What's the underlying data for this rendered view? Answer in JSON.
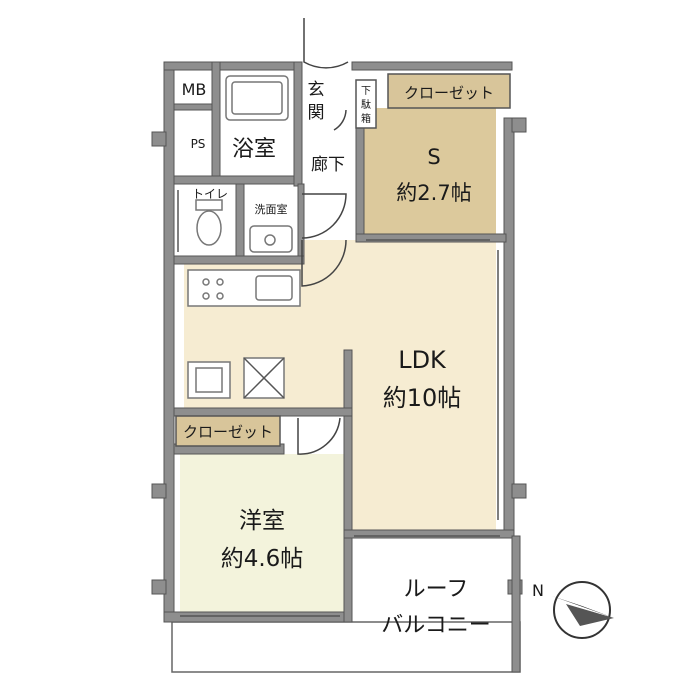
{
  "rooms": {
    "mb": "MB",
    "ps": "PS",
    "bath": "浴室",
    "entrance": "玄関",
    "shoe_box": "下駄箱",
    "hallway": "廊下",
    "toilet": "トイレ",
    "washroom": "洗面室",
    "s_room": {
      "name": "S",
      "size": "約2.7帖"
    },
    "ldk": {
      "name": "LDK",
      "size": "約10帖"
    },
    "western": {
      "name": "洋室",
      "size": "約4.6帖"
    },
    "roof_balcony": {
      "line1": "ルーフ",
      "line2": "バルコニー"
    }
  },
  "closets": {
    "s_closet": "クローゼット",
    "west_closet": "クローゼット"
  },
  "compass": {
    "label": "N"
  },
  "colors": {
    "floor_ldk": "#f6ecd2",
    "floor_s": "#dcc99c",
    "floor_western": "#f3f3dc",
    "closet": "#d8c59a",
    "wall": "#8e8e8e",
    "balcony": "#ffffff"
  }
}
